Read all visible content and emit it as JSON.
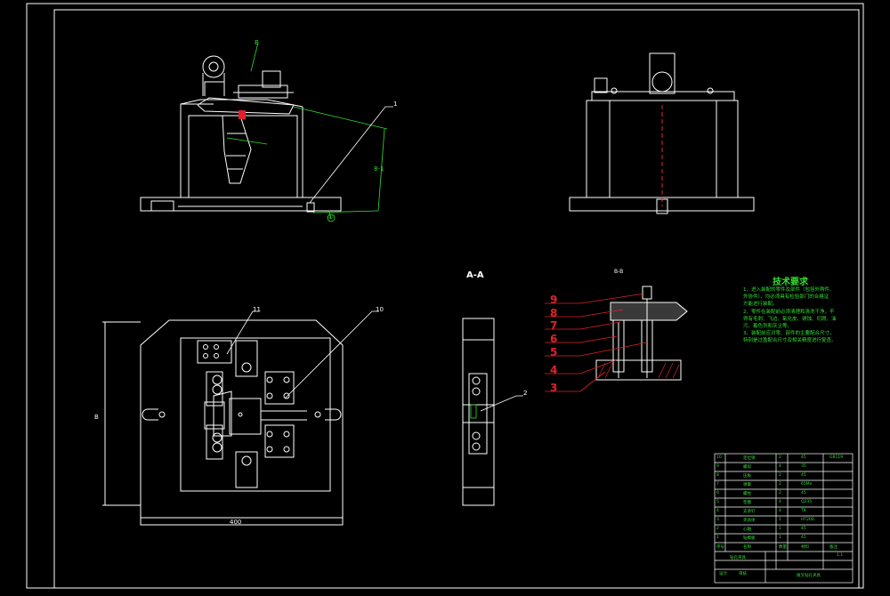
{
  "sheet": {
    "colors": {
      "background": "#000000",
      "outline": "#ffffff",
      "leader": "#ffffff",
      "green": "#33dd33",
      "red": "#e0212a",
      "centerline": "#d8204a"
    }
  },
  "front_view": {
    "balloon_1": "1",
    "green_dim_a": "8-1",
    "green_tag": "B",
    "green_circle": "①"
  },
  "plan_view": {
    "balloon_11": "11",
    "balloon_10": "10",
    "width_dim": "400",
    "height_dim": "B"
  },
  "section_view": {
    "title": "A-A",
    "balloon_2": "2"
  },
  "detail_view": {
    "title": "B-B",
    "item_numbers": [
      "9",
      "8",
      "7",
      "6",
      "5",
      "4",
      "3"
    ]
  },
  "tech_requirements": {
    "title": "技术要求",
    "lines": [
      "1、进入装配的零件及部件（包括外购件、",
      "外协件），均必须具有检验部门的合格证",
      "方能进行装配。",
      "2、零件在装配前必须清理和清洗干净，不",
      "得有毛刺、飞边、氧化皮、锈蚀、切屑、油",
      "污、着色剂和灰尘等。",
      "3、装配前应对零、部件的主要配合尺寸，",
      "特别是过盈配合尺寸及相关精度进行复查。"
    ]
  },
  "title_block": {
    "rows": [
      [
        "10",
        "定位销",
        "2",
        "45",
        "GB119"
      ],
      [
        "9",
        "螺母",
        "4",
        "35",
        ""
      ],
      [
        "8",
        "压板",
        "2",
        "45",
        ""
      ],
      [
        "7",
        "弹簧",
        "2",
        "65Mn",
        ""
      ],
      [
        "6",
        "螺柱",
        "2",
        "45",
        ""
      ],
      [
        "5",
        "垫圈",
        "4",
        "Q235",
        ""
      ],
      [
        "4",
        "支承钉",
        "4",
        "T8",
        ""
      ],
      [
        "3",
        "夹具体",
        "1",
        "HT200",
        ""
      ],
      [
        "2",
        "心轴",
        "1",
        "45",
        ""
      ],
      [
        "1",
        "钻模板",
        "1",
        "45",
        ""
      ]
    ],
    "header": [
      "序号",
      "名称",
      "数量",
      "材料",
      "备注"
    ],
    "footer_left": "钻孔夹具",
    "footer_scale": "1:1",
    "footer_drawn": "设计",
    "footer_check": "审核",
    "footer_title": "拨叉钻孔夹具"
  }
}
